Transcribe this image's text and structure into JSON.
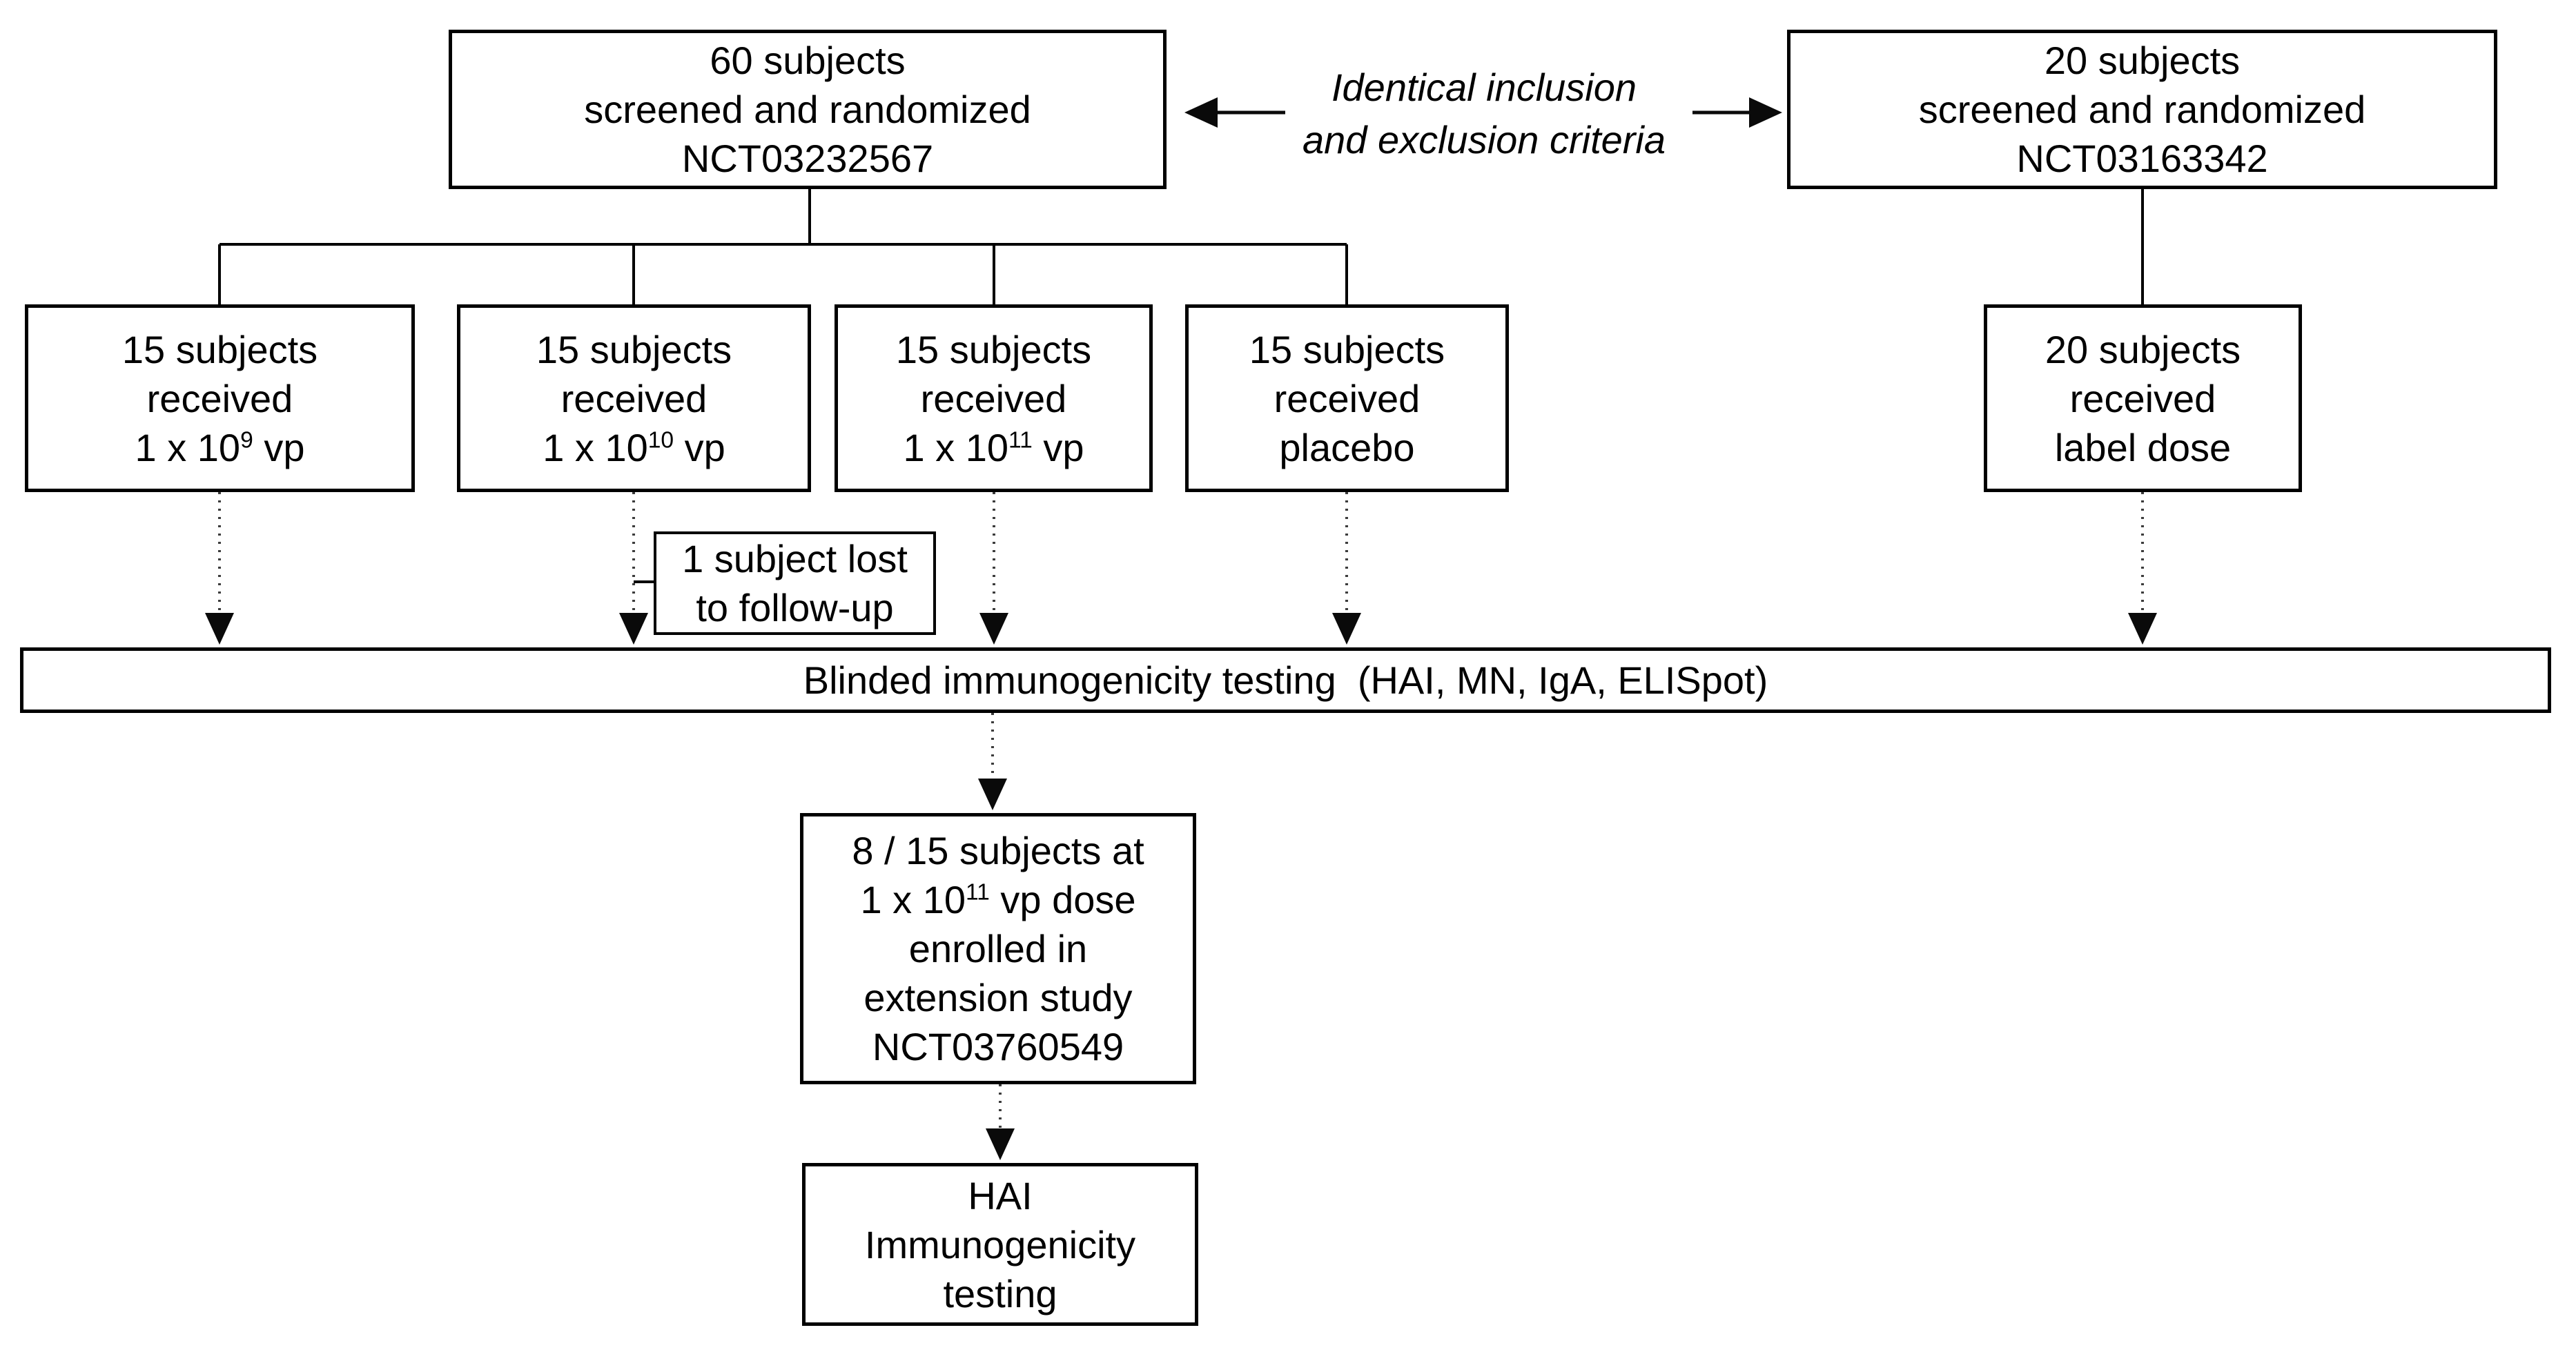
{
  "colors": {
    "ink": "#000000",
    "border": "#000000",
    "arrow_line": "#3c3c3c",
    "background": "#ffffff"
  },
  "screening_left": {
    "line1": "60 subjects",
    "line2": "screened and randomized",
    "line3": "NCT03232567"
  },
  "screening_right": {
    "line1": "20 subjects",
    "line2": "screened and randomized",
    "line3": "NCT03163342"
  },
  "criteria_note": {
    "line1": "Identical inclusion",
    "line2": "and exclusion criteria"
  },
  "arms": [
    {
      "count_line": "15 subjects",
      "action_line": "received",
      "dose_pre": "1 x 10",
      "dose_sup": "9",
      "dose_post": " vp"
    },
    {
      "count_line": "15 subjects",
      "action_line": "received",
      "dose_pre": "1 x 10",
      "dose_sup": "10",
      "dose_post": " vp"
    },
    {
      "count_line": "15 subjects",
      "action_line": "received",
      "dose_pre": "1 x 10",
      "dose_sup": "11",
      "dose_post": " vp"
    },
    {
      "count_line": "15 subjects",
      "action_line": "received",
      "dose_pre": "placebo",
      "dose_sup": "",
      "dose_post": ""
    },
    {
      "count_line": "20 subjects",
      "action_line": "received",
      "dose_pre": "label dose",
      "dose_sup": "",
      "dose_post": ""
    }
  ],
  "lost_box": {
    "line1": "1 subject lost",
    "line2": "to follow-up"
  },
  "testing_bar": {
    "label": "Blinded immunogenicity testing  (HAI, MN, IgA, ELISpot)"
  },
  "extension_box": {
    "line1": "8 / 15 subjects at",
    "dose_pre": "1 x 10",
    "dose_sup": "11",
    "dose_post": " vp dose",
    "line3": "enrolled in",
    "line4": "extension study",
    "line5": "NCT03760549"
  },
  "hai_box": {
    "line1": "HAI",
    "line2": "Immunogenicity",
    "line3": "testing"
  }
}
